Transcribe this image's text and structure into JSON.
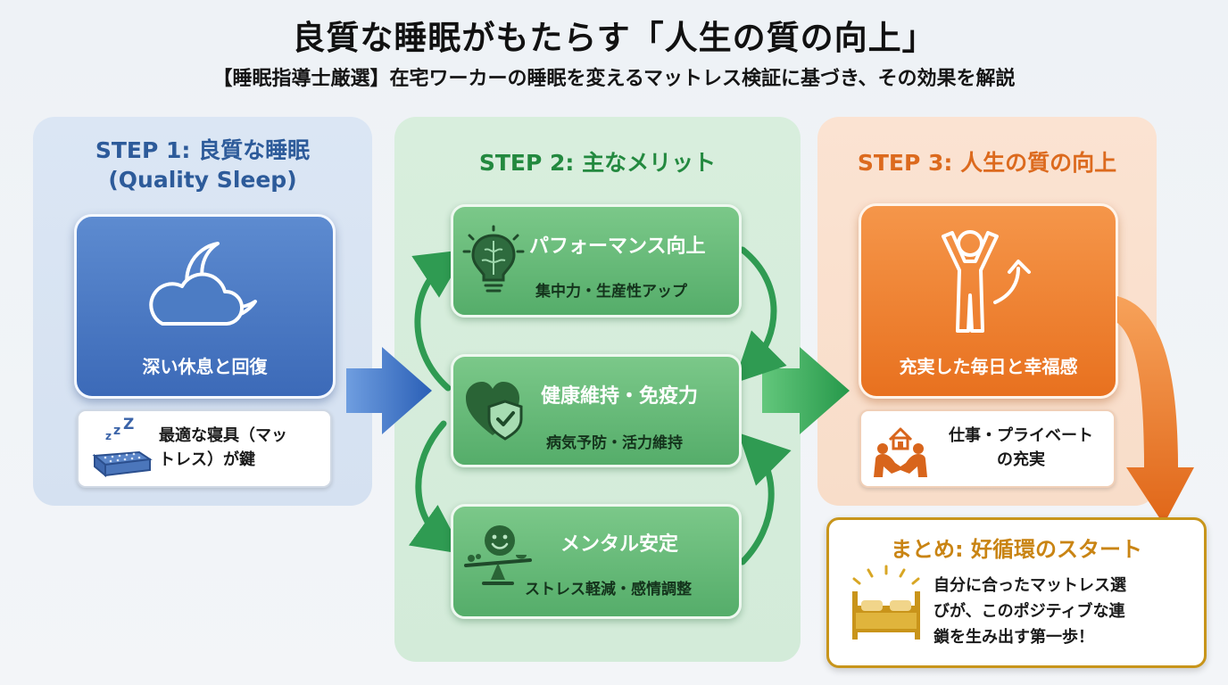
{
  "header": {
    "title": "良質な睡眠がもたらす「人生の質の向上」",
    "subtitle": "【睡眠指導士厳選】在宅ワーカーの睡眠を変えるマットレス検証に基づき、その効果を解説"
  },
  "step1": {
    "title_line1": "STEP 1: 良質な睡眠",
    "title_line2": "(Quality Sleep)",
    "card_label": "深い休息と回復",
    "card_icon": "moon-cloud-icon",
    "note_line1": "最適な寝具（マッ",
    "note_line2": "トレス）が鍵",
    "note_icon": "mattress-zzz-icon"
  },
  "step2": {
    "title": "STEP 2: 主なメリット",
    "benefits": [
      {
        "title": "パフォーマンス向上",
        "sub": "集中力・生産性アップ",
        "icon": "brain-bulb-icon"
      },
      {
        "title": "健康維持・免疫力",
        "sub": "病気予防・活力維持",
        "icon": "heart-shield-icon"
      },
      {
        "title": "メンタル安定",
        "sub": "ストレス軽減・感情調整",
        "icon": "smile-balance-icon"
      }
    ]
  },
  "step3": {
    "title": "STEP 3: 人生の質の向上",
    "card_label": "充実した毎日と幸福感",
    "card_icon": "person-arms-up-icon",
    "note_line1": "仕事・プライベート",
    "note_line2": "の充実",
    "note_icon": "house-people-icon"
  },
  "summary": {
    "title": "まとめ: 好循環のスタート",
    "text_line1": "自分に合ったマットレス選",
    "text_line2": "びが、このポジティブな連",
    "text_line3": "鎖を生み出す第一歩！",
    "icon": "bed-glow-icon"
  },
  "colors": {
    "step1": "#2d5b9a",
    "step2": "#23893f",
    "step3": "#dc6a1e",
    "summary": "#c98413"
  }
}
